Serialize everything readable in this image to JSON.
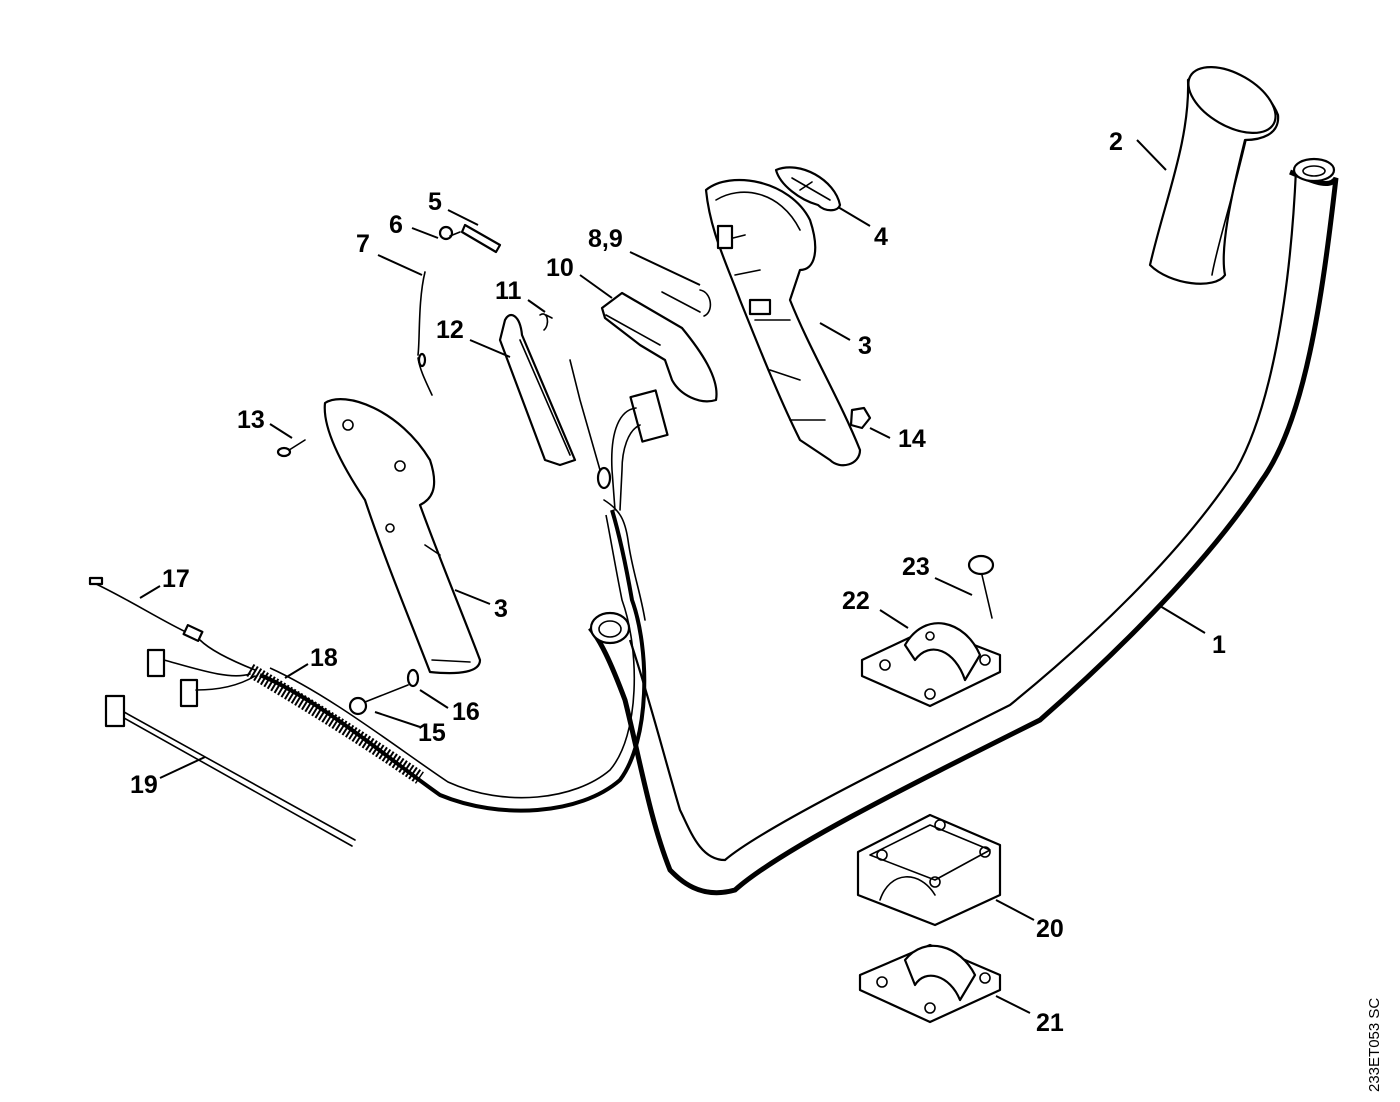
{
  "diagram": {
    "drawing_code": "233ET053 SC",
    "callouts": {
      "c1": "1",
      "c2": "2",
      "c3a": "3",
      "c3b": "3",
      "c4": "4",
      "c5": "5",
      "c6": "6",
      "c7": "7",
      "c89": "8,9",
      "c10": "10",
      "c11": "11",
      "c12": "12",
      "c13": "13",
      "c14": "14",
      "c15": "15",
      "c16": "16",
      "c17": "17",
      "c18": "18",
      "c19": "19",
      "c20": "20",
      "c21": "21",
      "c22": "22",
      "c23": "23"
    }
  }
}
